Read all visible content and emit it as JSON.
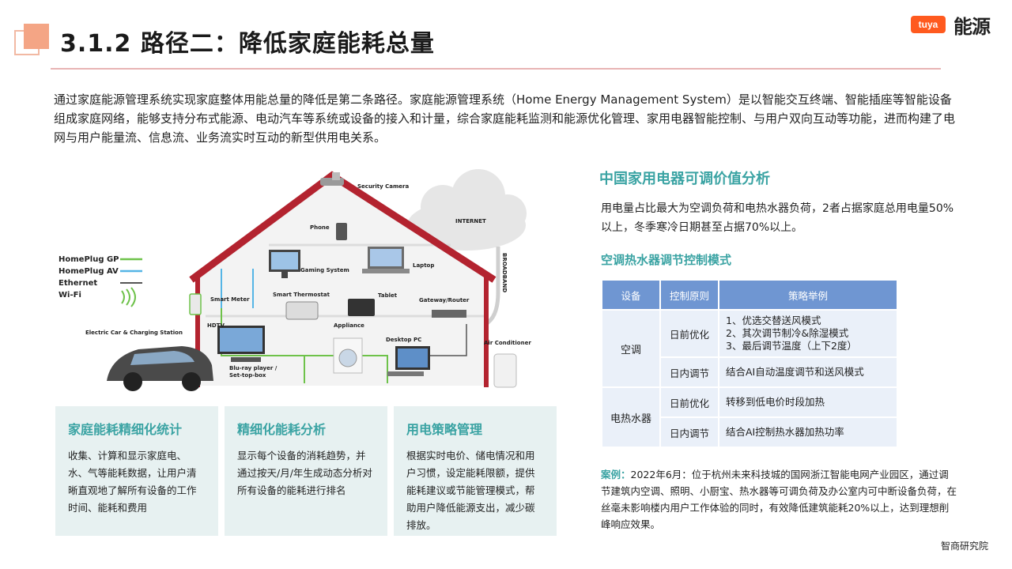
{
  "header": {
    "title": "3.1.2 路径二：降低家庭能耗总量",
    "brand_tuya": "tuya",
    "brand_nengyuan": "能源"
  },
  "intro": "通过家庭能源管理系统实现家庭整体用能总量的降低是第二条路径。家庭能源管理系统（Home Energy Management System）是以智能交互终端、智能插座等智能设备组成家庭网络，能够支持分布式能源、电动汽车等系统或设备的接入和计量，综合家庭能耗监测和能源优化管理、家用电器智能控制、与用户双向互动等功能，进而构建了电网与用户能量流、信息流、业务流实时互动的新型供用电关系。",
  "diagram": {
    "legend": [
      "HomePlug GP",
      "HomePlug AV",
      "Ethernet",
      "Wi-Fi"
    ],
    "labels": {
      "security_camera": "Security Camera",
      "internet": "INTERNET",
      "broadband": "BROADBAND",
      "phone": "Phone",
      "laptop": "Laptop",
      "gaming_system": "Gaming System",
      "smart_meter": "Smart Meter",
      "smart_thermostat": "Smart Thermostat",
      "tablet": "Tablet",
      "gateway_router": "Gateway/Router",
      "hdtv": "HDTV",
      "appliance": "Appliance",
      "desktop_pc": "Desktop PC",
      "air_conditioner": "Air Conditioner",
      "bluray": "Blu-ray player /",
      "settop": "Set-top-box",
      "electric_car": "Electric Car & Charging Station"
    }
  },
  "features": [
    {
      "title": "家庭能耗精细化统计",
      "text": "收集、计算和显示家庭电、水、气等能耗数据，让用户清晰直观地了解所有设备的工作时间、能耗和费用"
    },
    {
      "title": "精细化能耗分析",
      "text": "显示每个设备的消耗趋势，并通过按天/月/年生成动态分析对所有设备的能耗进行排名"
    },
    {
      "title": "用电策略管理",
      "text": "根据实时电价、储电情况和用户习惯，设定能耗限额，提供能耗建议或节能管理模式，帮助用户降低能源支出，减少碳排放。"
    }
  ],
  "right": {
    "title": "中国家用电器可调价值分析",
    "text": "用电量占比最大为空调负荷和电热水器负荷，2者占据家庭总用电量50%以上，冬季寒冷日期甚至占据70%以上。",
    "table_title": "空调热水器调节控制模式",
    "table": {
      "headers": [
        "设备",
        "控制原则",
        "策略举例"
      ],
      "ac": {
        "device": "空调",
        "row1_principle": "日前优化",
        "row1_lines": [
          "1、优选交替送风模式",
          "2、其次调节制冷&除湿模式",
          "3、最后调节温度（上下2度）"
        ],
        "row2_principle": "日内调节",
        "row2_example": "结合AI自动温度调节和送风模式"
      },
      "heater": {
        "device": "电热水器",
        "row1_principle": "日前优化",
        "row1_example": "转移到低电价时段加热",
        "row2_principle": "日内调节",
        "row2_example": "结合AI控制热水器加热功率"
      }
    },
    "case_label": "案例：",
    "case_text": "2022年6月：位于杭州未来科技城的国网浙江智能电网产业园区，通过调节建筑内空调、照明、小厨宝、热水器等可调负荷及办公室内可中断设备负荷，在丝毫未影响楼内用户工作体验的同时，有效降低建筑能耗20%以上，达到理想削峰响应效果。"
  },
  "source": "智商研究院",
  "colors": {
    "accent_teal": "#3aa3a3",
    "table_header": "#6f96d2",
    "table_cell": "#eaf0f9",
    "feature_bg": "#e7f1f1",
    "roof_red": "#b3232f",
    "title_deco": "#f4a585"
  }
}
